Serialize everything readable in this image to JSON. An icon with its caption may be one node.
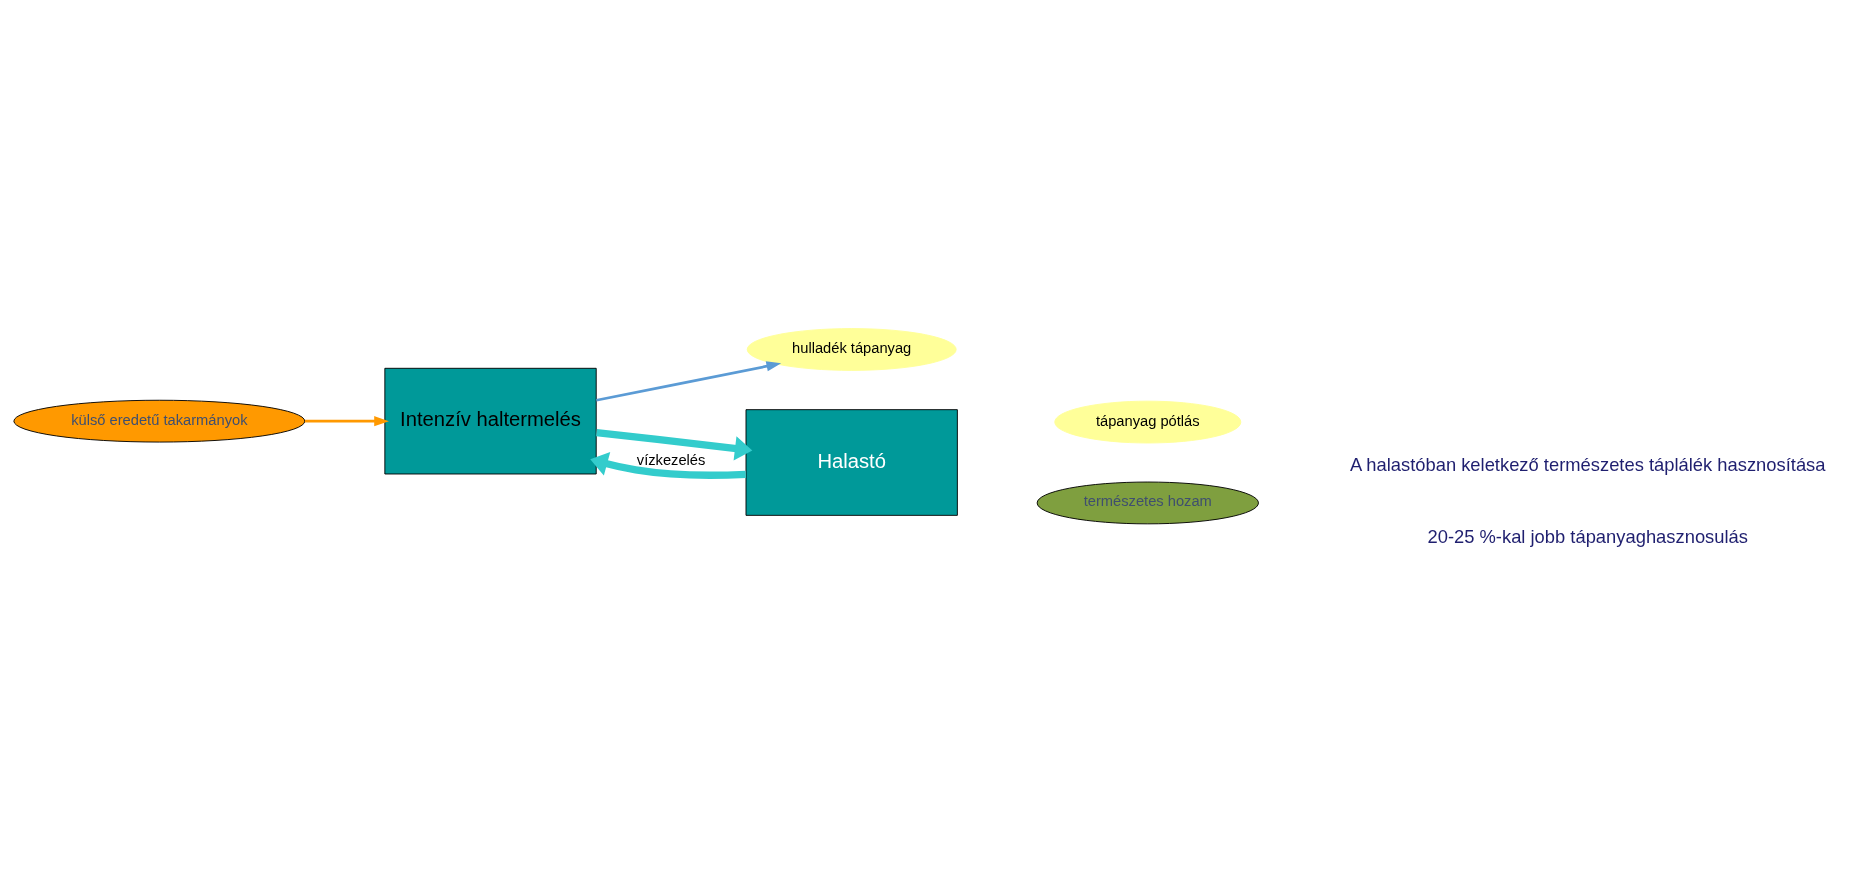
{
  "diagram": {
    "nodes": [
      {
        "text": [
          "Intenzív haltermelés"
        ]
      },
      {
        "text": [
          "hulladék tápanyag"
        ]
      },
      {
        "text": [
          "Halastó"
        ]
      },
      {
        "text": [
          "tápanyag pótlás"
        ]
      },
      {
        "text": [
          "természetes hozam"
        ]
      },
      {
        "text": [
          "külső eredetű takarmányok"
        ]
      }
    ],
    "edges": [
      {
        "from": 0,
        "to": 2,
        "arrow": "to",
        "style": "thick"
      },
      {
        "from": 2,
        "to": 0,
        "arrow": "to",
        "style": "thick",
        "label": "vízkezelés"
      },
      {
        "from": 0,
        "to": 1,
        "arrow": "to",
        "color": "#5b9bd5"
      },
      {
        "from": 5,
        "to": 0,
        "arrow": "to",
        "color": "#ff9900"
      }
    ],
    "labels": [
      "A halastóban keletkező természetes táplálék hasznosítása",
      "20-25 %-kal jobb tápanyaghasznosulás"
    ]
  }
}
